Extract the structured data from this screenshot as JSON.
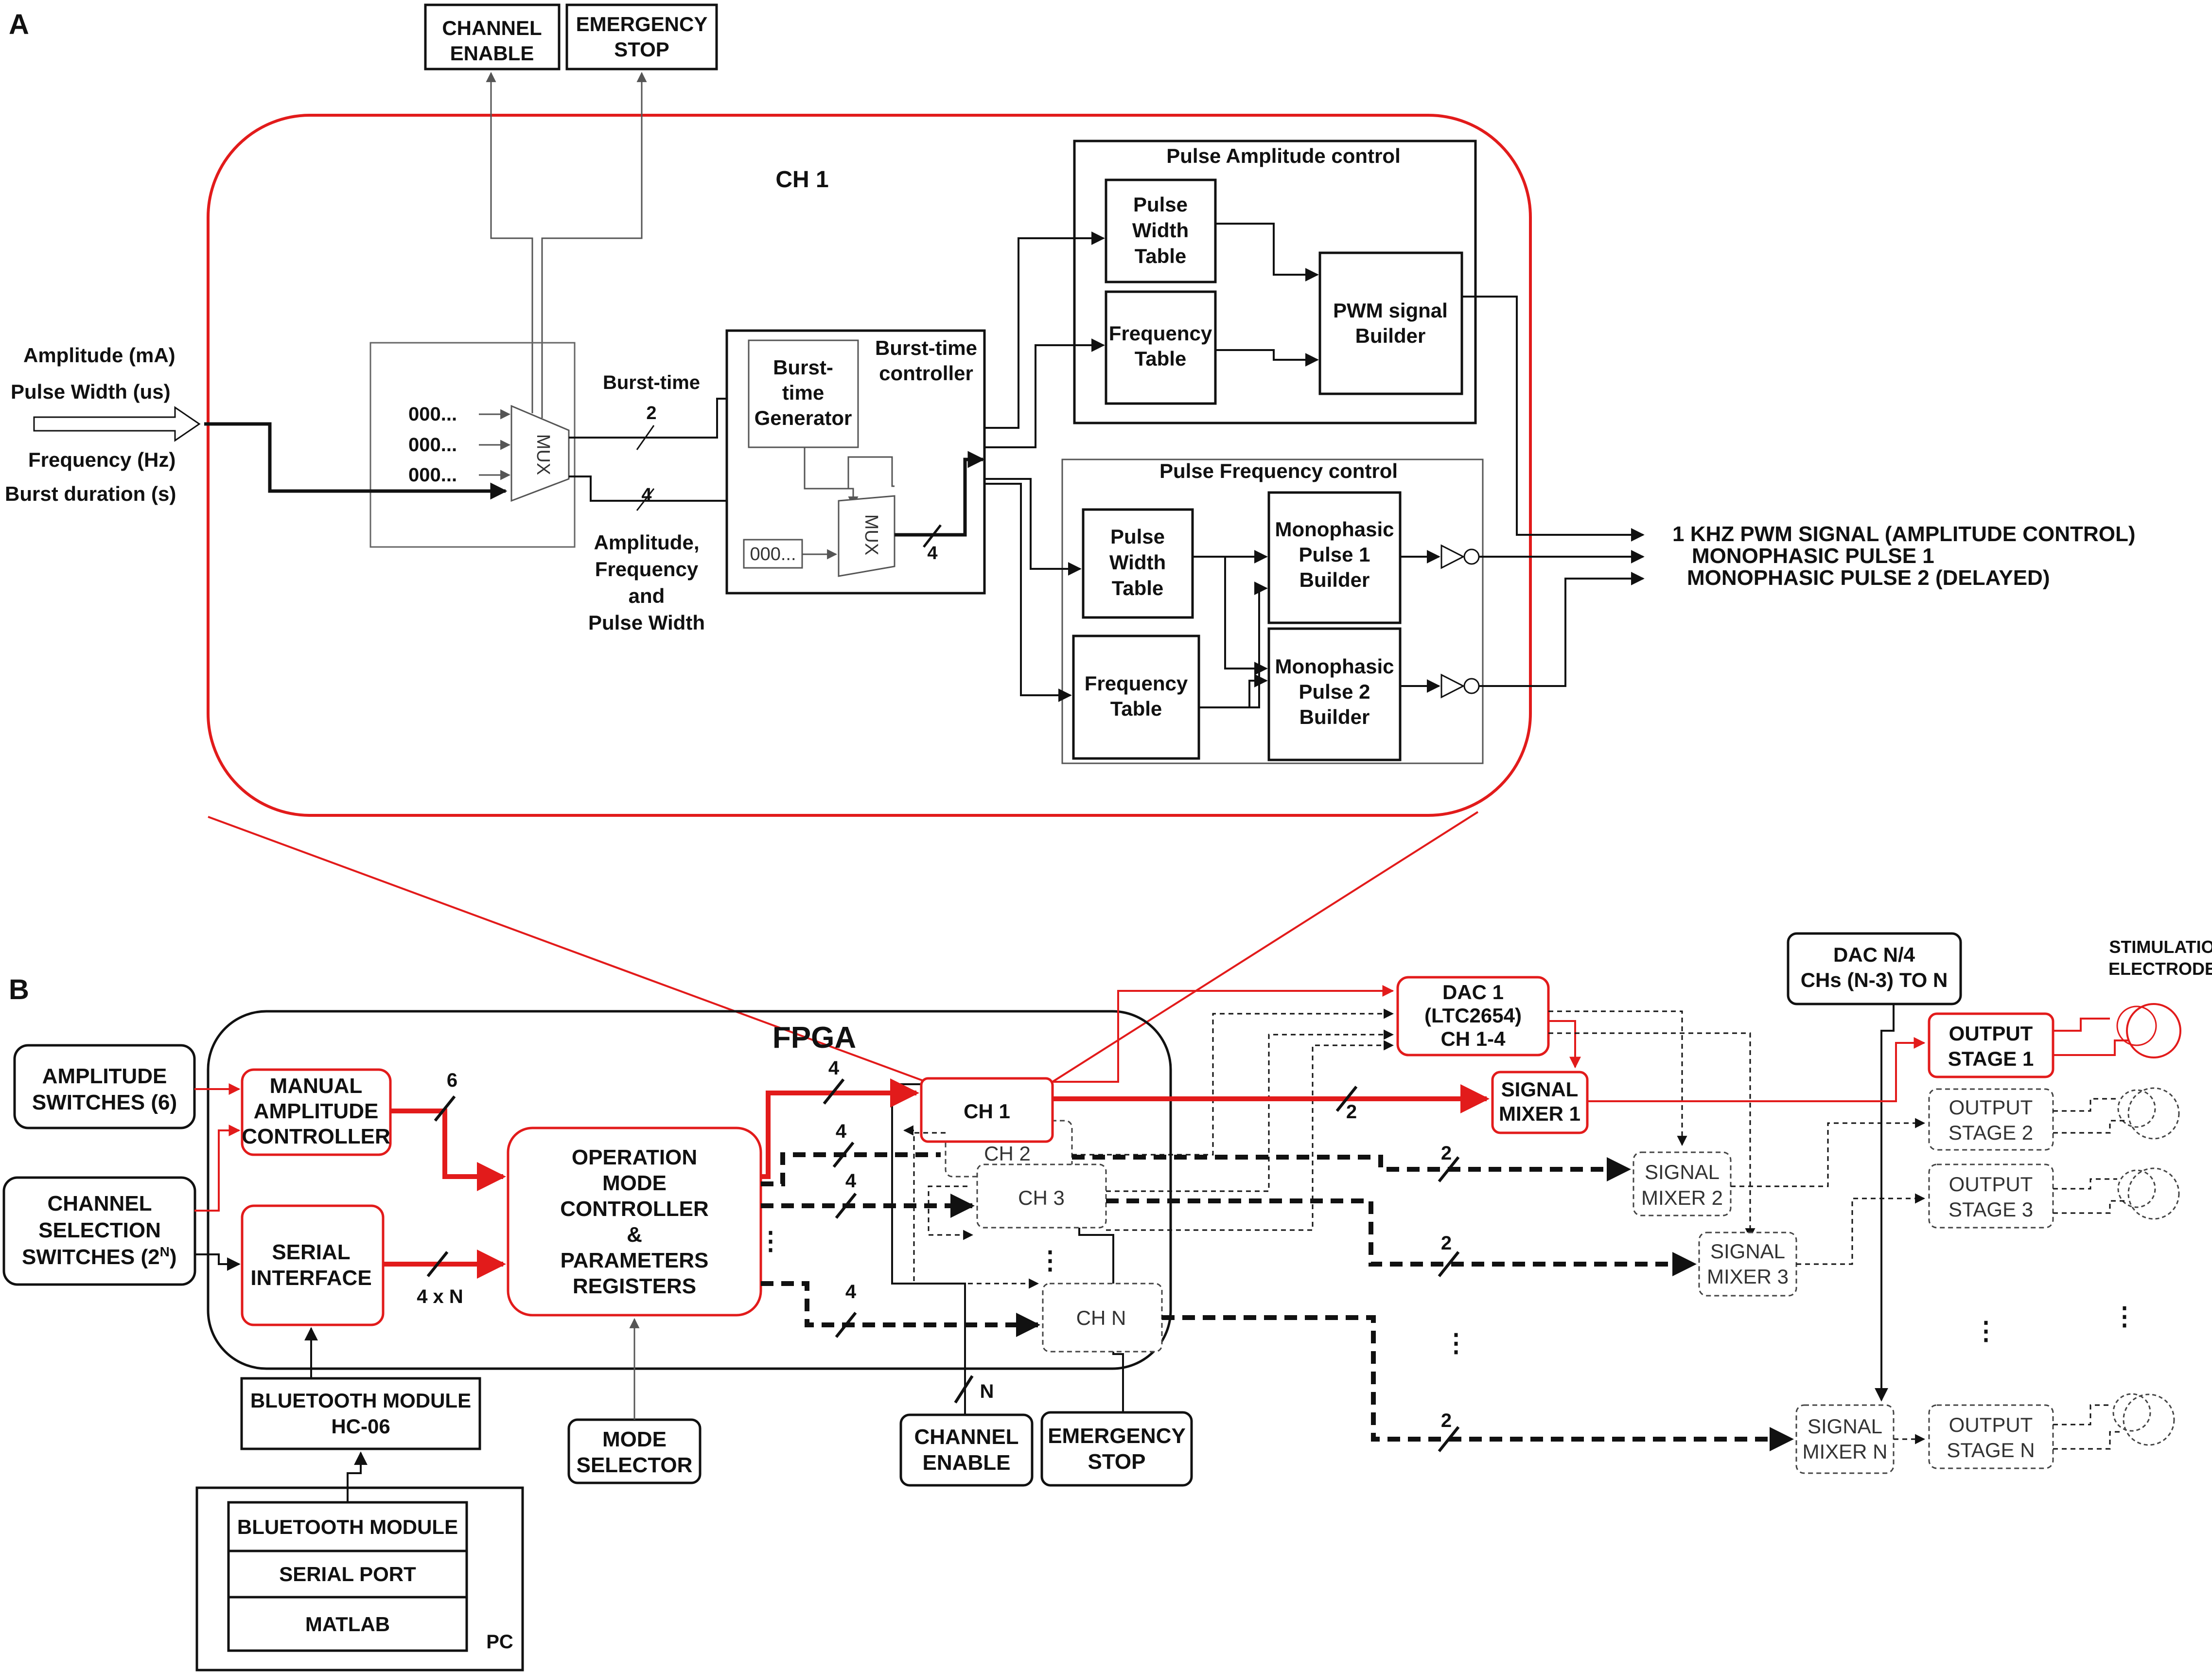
{
  "panel_a": {
    "label": "A",
    "ch_title": "CH 1",
    "channel_enable": [
      "CHANNEL",
      "ENABLE"
    ],
    "emergency_stop": [
      "EMERGENCY",
      "STOP"
    ],
    "inputs": [
      "Amplitude (mA)",
      "Pulse Width (us)",
      "Frequency (Hz)",
      "Burst duration (s)"
    ],
    "mux_label": "MUX",
    "mux_inputs": [
      "000...",
      "000...",
      "000..."
    ],
    "burst_time_label": "Burst-time",
    "burst_bus": "2",
    "amp_bus": "4",
    "amp_freq_pw": [
      "Amplitude,",
      "Frequency",
      "and",
      "Pulse Width"
    ],
    "burst_controller": [
      "Burst-time",
      "controller"
    ],
    "burst_generator": [
      "Burst-",
      "time",
      "Generator"
    ],
    "mux2_input": "000...",
    "mux2_bus": "4",
    "pulse_amplitude_control": "Pulse Amplitude control",
    "pulse_width_table": [
      "Pulse",
      "Width",
      "Table"
    ],
    "frequency_table": [
      "Frequency",
      "Table"
    ],
    "pwm_builder": [
      "PWM signal",
      "Builder"
    ],
    "pulse_frequency_control": "Pulse Frequency control",
    "mono1": [
      "Monophasic",
      "Pulse 1",
      "Builder"
    ],
    "mono2": [
      "Monophasic",
      "Pulse 2",
      "Builder"
    ],
    "outputs": [
      "1 KHZ PWM SIGNAL (AMPLITUDE CONTROL)",
      "MONOPHASIC PULSE 1",
      "MONOPHASIC PULSE 2 (DELAYED)"
    ]
  },
  "panel_b": {
    "label": "B",
    "fpga": "FPGA",
    "amplitude_switches": [
      "AMPLITUDE",
      "SWITCHES (6)"
    ],
    "channel_selection": [
      "CHANNEL",
      "SELECTION",
      "SWITCHES (2",
      "N",
      ")"
    ],
    "manual_amp": [
      "MANUAL",
      "AMPLITUDE",
      "CONTROLLER"
    ],
    "serial_interface": [
      "SERIAL",
      "INTERFACE"
    ],
    "bus_6": "6",
    "bus_4xn": "4 x N",
    "op_mode": [
      "OPERATION",
      "MODE",
      "CONTROLLER",
      "&",
      "PARAMETERS",
      "REGISTERS"
    ],
    "bus_4": "4",
    "channels": [
      "CH 1",
      "CH 2",
      "CH 3",
      "CH N"
    ],
    "dac1": [
      "DAC 1",
      "(LTC2654)",
      "CH 1-4"
    ],
    "dacn": [
      "DAC N/4",
      "CHs (N-3) TO N"
    ],
    "bus_2": "2",
    "bus_n": "N",
    "signal_mixers": [
      [
        "SIGNAL",
        "MIXER 1"
      ],
      [
        "SIGNAL",
        "MIXER 2"
      ],
      [
        "SIGNAL",
        "MIXER 3"
      ],
      [
        "SIGNAL",
        "MIXER N"
      ]
    ],
    "output_stages": [
      [
        "OUTPUT",
        "STAGE 1"
      ],
      [
        "OUTPUT",
        "STAGE 2"
      ],
      [
        "OUTPUT",
        "STAGE 3"
      ],
      [
        "OUTPUT",
        "STAGE N"
      ]
    ],
    "stim_electrodes": [
      "STIMULATION",
      "ELECTRODES"
    ],
    "bluetooth_hc06": [
      "BLUETOOTH MODULE",
      "HC-06"
    ],
    "mode_selector": [
      "MODE",
      "SELECTOR"
    ],
    "channel_enable": [
      "CHANNEL",
      "ENABLE"
    ],
    "emergency_stop": [
      "EMERGENCY",
      "STOP"
    ],
    "pc_stack": [
      "BLUETOOTH MODULE",
      "SERIAL PORT",
      "MATLAB"
    ],
    "pc_label": "PC",
    "dots": "⋮",
    "dots_h": "..."
  }
}
